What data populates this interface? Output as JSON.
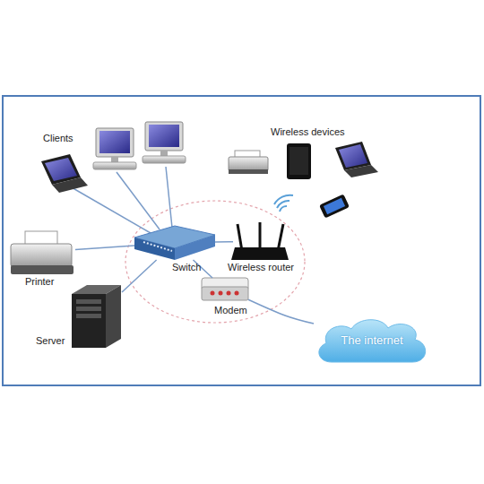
{
  "diagram": {
    "nodes": [
      {
        "text": [
          "Switch"
        ]
      },
      {
        "text": [
          "Wireless router"
        ]
      },
      {
        "text": [
          "Printer"
        ]
      },
      {
        "text": [
          "Modem"
        ]
      },
      {
        "text": [
          "Server"
        ]
      },
      {
        "text": [
          "The internet"
        ]
      }
    ],
    "edges": [
      {
        "from": 0,
        "to": 1,
        "arrow": "none"
      },
      {
        "from": 0,
        "to": 2,
        "arrow": "none"
      },
      {
        "from": 0,
        "to": 3,
        "arrow": "none"
      },
      {
        "from": 0,
        "to": 4,
        "arrow": "none"
      },
      {
        "from": 3,
        "to": 5,
        "arrow": "none"
      }
    ],
    "labels": [
      "Clients",
      "Wireless devices"
    ]
  }
}
